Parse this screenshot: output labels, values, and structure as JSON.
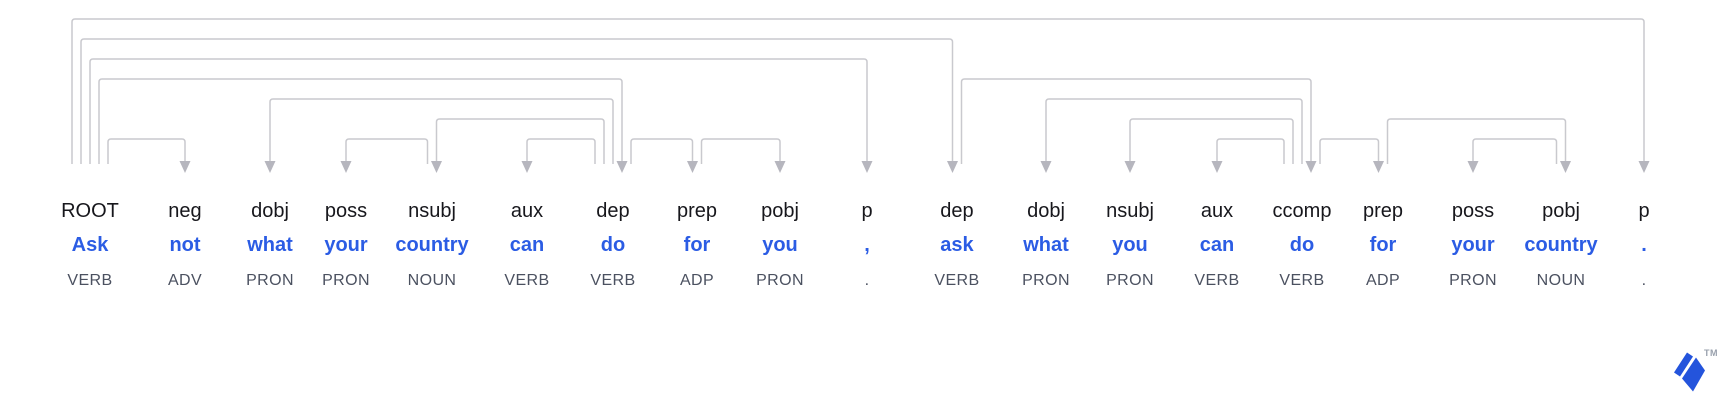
{
  "parse": {
    "tokens": [
      {
        "dep": "ROOT",
        "word": "Ask",
        "pos": "VERB"
      },
      {
        "dep": "neg",
        "word": "not",
        "pos": "ADV"
      },
      {
        "dep": "dobj",
        "word": "what",
        "pos": "PRON"
      },
      {
        "dep": "poss",
        "word": "your",
        "pos": "PRON"
      },
      {
        "dep": "nsubj",
        "word": "country",
        "pos": "NOUN"
      },
      {
        "dep": "aux",
        "word": "can",
        "pos": "VERB"
      },
      {
        "dep": "dep",
        "word": "do",
        "pos": "VERB"
      },
      {
        "dep": "prep",
        "word": "for",
        "pos": "ADP"
      },
      {
        "dep": "pobj",
        "word": "you",
        "pos": "PRON"
      },
      {
        "dep": "p",
        "word": ",",
        "pos": "."
      },
      {
        "dep": "dep",
        "word": "ask",
        "pos": "VERB"
      },
      {
        "dep": "dobj",
        "word": "what",
        "pos": "PRON"
      },
      {
        "dep": "nsubj",
        "word": "you",
        "pos": "PRON"
      },
      {
        "dep": "aux",
        "word": "can",
        "pos": "VERB"
      },
      {
        "dep": "ccomp",
        "word": "do",
        "pos": "VERB"
      },
      {
        "dep": "prep",
        "word": "for",
        "pos": "ADP"
      },
      {
        "dep": "poss",
        "word": "your",
        "pos": "PRON"
      },
      {
        "dep": "pobj",
        "word": "country",
        "pos": "NOUN"
      },
      {
        "dep": "p",
        "word": ".",
        "pos": "."
      }
    ],
    "arcs": [
      {
        "head": 0,
        "target": 1,
        "level": 1
      },
      {
        "head": 6,
        "target": 2,
        "level": 3
      },
      {
        "head": 4,
        "target": 3,
        "level": 1
      },
      {
        "head": 6,
        "target": 4,
        "level": 2
      },
      {
        "head": 6,
        "target": 5,
        "level": 1
      },
      {
        "head": 0,
        "target": 6,
        "level": 4
      },
      {
        "head": 6,
        "target": 7,
        "level": 1
      },
      {
        "head": 7,
        "target": 8,
        "level": 1
      },
      {
        "head": 0,
        "target": 9,
        "level": 5
      },
      {
        "head": 0,
        "target": 10,
        "level": 6
      },
      {
        "head": 10,
        "target": 14,
        "level": 4
      },
      {
        "head": 14,
        "target": 11,
        "level": 3
      },
      {
        "head": 14,
        "target": 12,
        "level": 2
      },
      {
        "head": 14,
        "target": 13,
        "level": 1
      },
      {
        "head": 14,
        "target": 15,
        "level": 1
      },
      {
        "head": 15,
        "target": 17,
        "level": 2
      },
      {
        "head": 17,
        "target": 16,
        "level": 1
      },
      {
        "head": 0,
        "target": 18,
        "level": 7
      }
    ]
  },
  "watermark": {
    "tm": "TM"
  },
  "colors": {
    "word_blue": "#2b5ce4",
    "arc_line": "#c9c9ce",
    "arrowhead": "#b6b6be",
    "dep_label": "#17171c",
    "pos_tag": "#4b5160",
    "logo_blue": "#2454dc",
    "tm_gray": "#98a0ac",
    "background": "#ffffff"
  }
}
